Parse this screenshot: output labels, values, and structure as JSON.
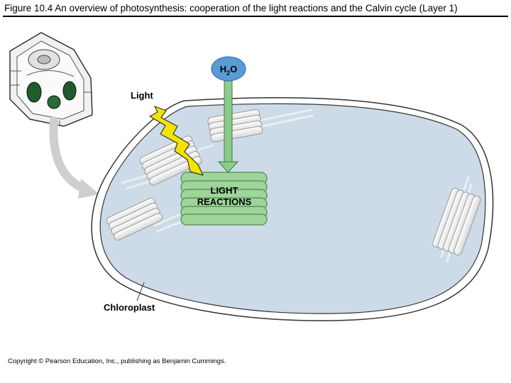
{
  "header": {
    "title": "Figure 10.4  An overview of photosynthesis: cooperation of the light reactions and the Calvin cycle (Layer 1)"
  },
  "diagram": {
    "h2o_main": "H",
    "h2o_sub": "2",
    "h2o_end": "O",
    "light_label": "Light",
    "light_reactions_line1": "LIGHT",
    "light_reactions_line2": "REACTIONS",
    "chloroplast_label": "Chloroplast"
  },
  "footer": {
    "copyright": "Copyright © Pearson Education, Inc., publishing as Benjamin Cummings."
  },
  "colors": {
    "chloroplast_fill": "#cddbe8",
    "h2o_badge": "#5b9bd5",
    "light_reactions_fill": "#9fd49b",
    "arrow_green": "#8ccb8c",
    "lightning": "#f2e400"
  }
}
